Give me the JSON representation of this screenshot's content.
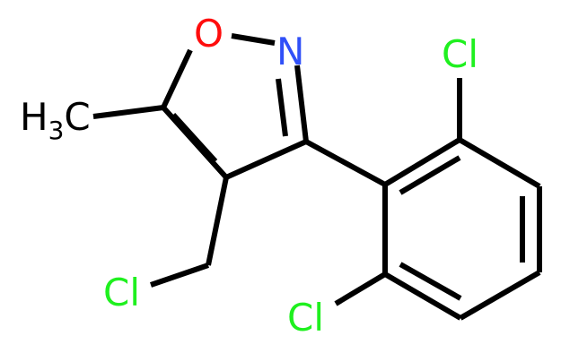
{
  "molecule": {
    "colors": {
      "bond": "#000000",
      "carbon": "#000000",
      "oxygen": "#ff0d0d",
      "nitrogen": "#3050f8",
      "chlorine": "#1ff01f"
    },
    "atoms": {
      "oxygen": "O",
      "nitrogen": "N",
      "methyl_main": "H",
      "methyl_sub": "3",
      "methyl_tail": "C",
      "chlorine_top": "Cl",
      "chlorine_bottom": "Cl",
      "chlorine_chloromethyl": "Cl"
    }
  }
}
